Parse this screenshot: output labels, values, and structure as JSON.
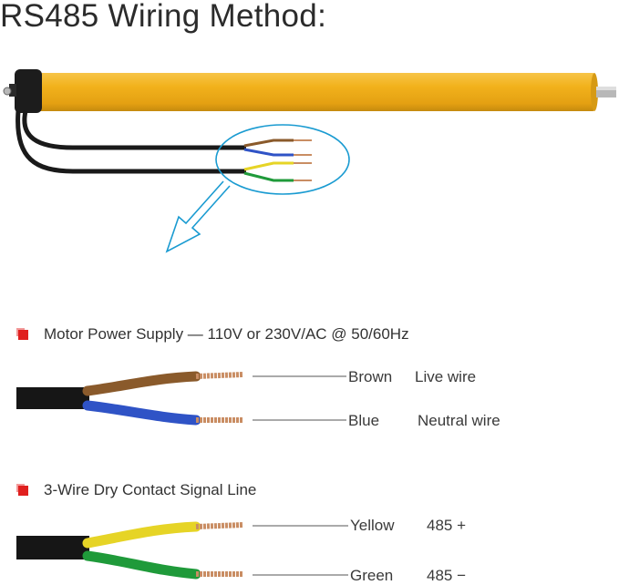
{
  "title": "RS485 Wiring Method:",
  "power_section": {
    "label": "Motor Power Supply — 110V or 230V/AC @ 50/60Hz",
    "wires": [
      {
        "color_name": "Brown",
        "function": "Live wire",
        "color": "#8a5a2b"
      },
      {
        "color_name": "Blue",
        "function": "Neutral wire",
        "color": "#2f53c6"
      }
    ]
  },
  "signal_section": {
    "label": "3-Wire Dry Contact Signal Line",
    "wires": [
      {
        "color_name": "Yellow",
        "function": "485 +",
        "color": "#e6d426"
      },
      {
        "color_name": "Green",
        "function": "485 −",
        "color": "#1f9a3a"
      }
    ]
  },
  "colors": {
    "motor_tube": "#f2b21c",
    "highlight": "#1a9bd1",
    "bullet": "#e0201f",
    "cable_jacket": "#1a1a1a"
  }
}
